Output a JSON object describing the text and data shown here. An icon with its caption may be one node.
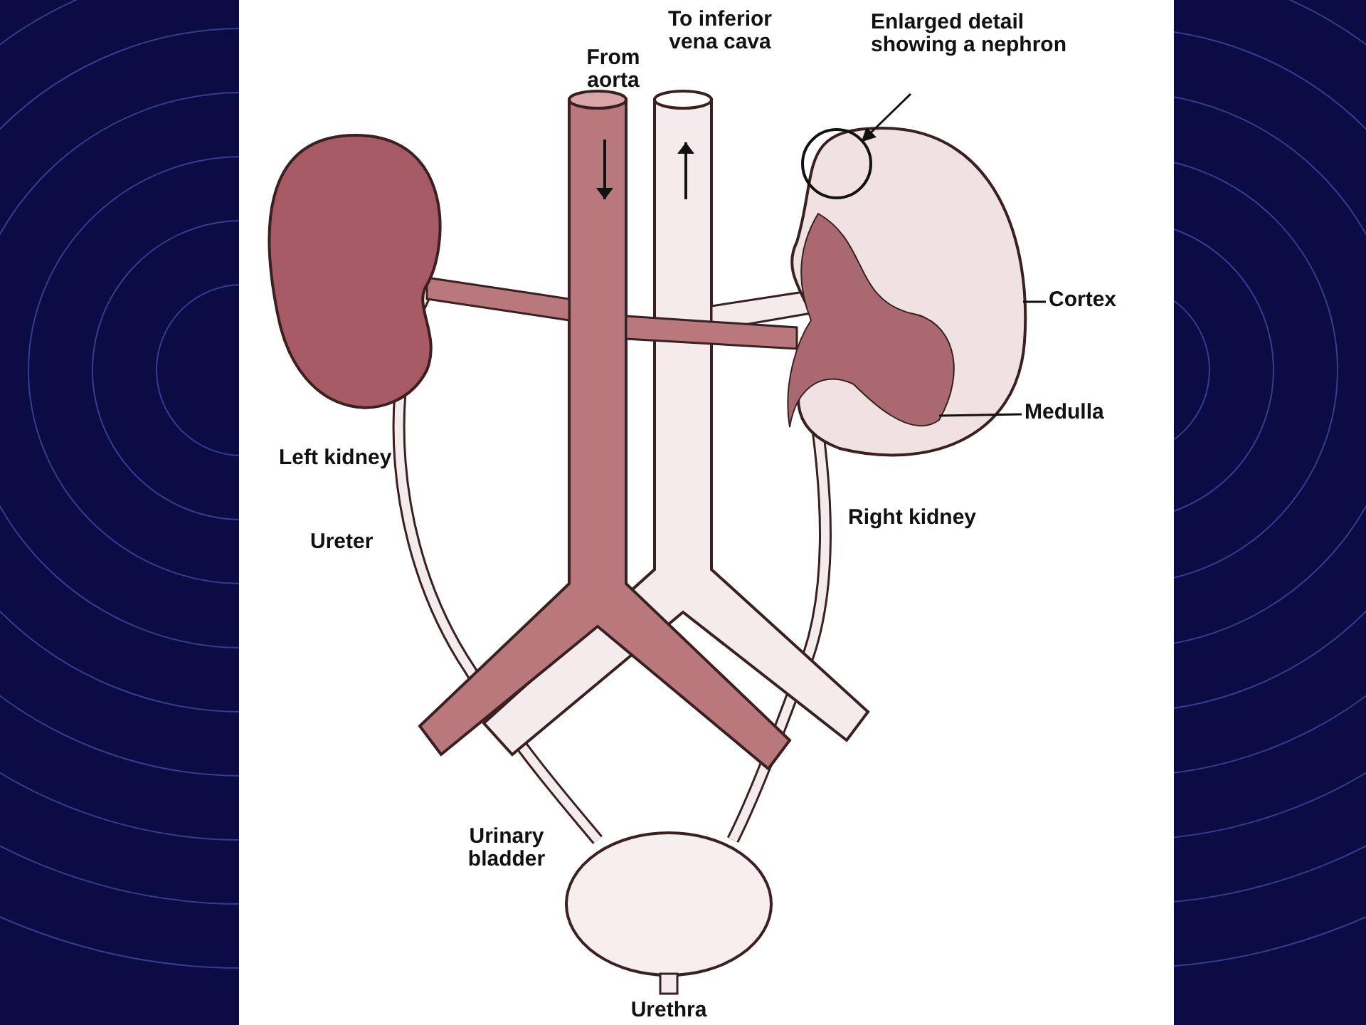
{
  "diagram": {
    "nodes": [
      {
        "text": [
          "Enlarged detail showing a nephron"
        ]
      },
      {
        "text": [],
        "shape": "circle"
      },
      {
        "text": [
          "Cortex"
        ]
      },
      {
        "text": [
          "Medulla"
        ]
      }
    ],
    "edges": [
      {
        "from": 0,
        "to": 1,
        "arrow": "to"
      },
      {
        "from": 2,
        "to": null,
        "arrow": "none"
      },
      {
        "from": 3,
        "to": null,
        "arrow": "none"
      }
    ],
    "labels": [
      "From aorta",
      "To inferior vena cava",
      "Left kidney",
      "Right kidney",
      "Ureter",
      "Urinary bladder",
      "Urethra"
    ]
  }
}
